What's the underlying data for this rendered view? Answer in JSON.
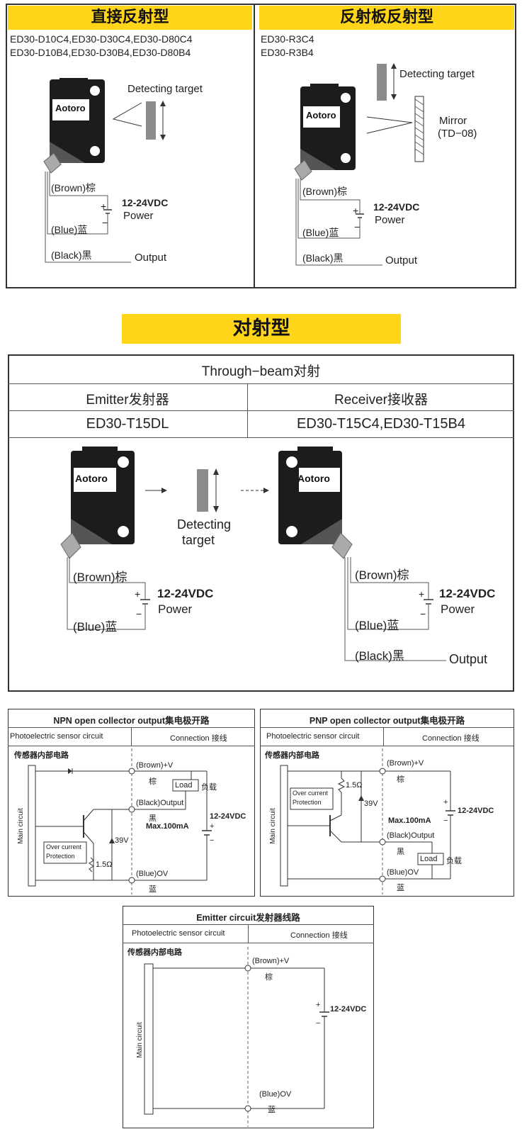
{
  "top": {
    "diffuse": {
      "title": "直接反射型",
      "models": [
        "ED30-D10C4,ED30-D30C4,ED30-D80C4",
        "ED30-D10B4,ED30-D30B4,ED30-D80B4"
      ],
      "target": "Detecting target",
      "brand": "Aotoro",
      "brown": "(Brown)棕",
      "blue": "(Blue)蓝",
      "black": "(Black)黑",
      "voltage": "12-24VDC",
      "power": "Power",
      "output": "Output",
      "plus": "+",
      "minus": "−"
    },
    "retro": {
      "title": "反射板反射型",
      "models": [
        "ED30-R3C4",
        "ED30-R3B4"
      ],
      "target": "Detecting target",
      "mirror": "Mirror",
      "mirror_model": "(TD−08)",
      "brand": "Aotoro",
      "brown": "(Brown)棕",
      "blue": "(Blue)蓝",
      "black": "(Black)黑",
      "voltage": "12-24VDC",
      "power": "Power",
      "output": "Output",
      "plus": "+",
      "minus": "−"
    }
  },
  "through": {
    "title": "对射型",
    "header": "Through−beam对射",
    "emitter_label": "Emitter发射器",
    "receiver_label": "Receiver接收器",
    "emitter_model": "ED30-T15DL",
    "receiver_model": "ED30-T15C4,ED30-T15B4",
    "target_line1": "Detecting",
    "target_line2": "target",
    "brand": "Aotoro",
    "brown": "(Brown)棕",
    "blue": "(Blue)蓝",
    "black": "(Black)黑",
    "voltage": "12-24VDC",
    "power": "Power",
    "output": "Output",
    "plus": "+",
    "minus": "−"
  },
  "npn": {
    "title": "NPN open collector output集电极开路",
    "col1": "Photoelectric sensor circuit",
    "col2": "Connection 接线",
    "internal": "传感器内部电路",
    "main": "Main circuit",
    "brown": "(Brown)+V",
    "brown_cn": "棕",
    "black": "(Black)Output",
    "black_cn": "黑",
    "blue": "(Blue)OV",
    "blue_cn": "蓝",
    "load": "Load",
    "load_cn": "负载",
    "max": "Max.100mA",
    "voltage": "12-24VDC",
    "protection1": "Over current",
    "protection2": "Protection",
    "zener": "39V",
    "resistor": "1.5Ω",
    "plus": "+",
    "minus": "−"
  },
  "pnp": {
    "title": "PNP open collector output集电极开路",
    "col1": "Photoelectric sensor circuit",
    "col2": "Connection 接线",
    "internal": "传感器内部电路",
    "main": "Main circuit",
    "brown": "(Brown)+V",
    "brown_cn": "棕",
    "black": "(Black)Output",
    "black_cn": "黑",
    "blue": "(Blue)OV",
    "blue_cn": "蓝",
    "load": "Load",
    "load_cn": "负载",
    "max": "Max.100mA",
    "voltage": "12-24VDC",
    "protection1": "Over current",
    "protection2": "Protection",
    "zener": "39V",
    "resistor": "1.5Ω",
    "plus": "+",
    "minus": "−"
  },
  "emitter_circuit": {
    "title": "Emitter circuit发射器线路",
    "col1": "Photoelectric sensor circuit",
    "col2": "Connection 接线",
    "internal": "传感器内部电路",
    "main": "Main circuit",
    "brown": "(Brown)+V",
    "brown_cn": "棕",
    "blue": "(Blue)OV",
    "blue_cn": "蓝",
    "voltage": "12-24VDC",
    "plus": "+",
    "minus": "−"
  },
  "colors": {
    "accent": "#ffd51a",
    "line": "#333333",
    "sensor": "#1c1c1c"
  }
}
